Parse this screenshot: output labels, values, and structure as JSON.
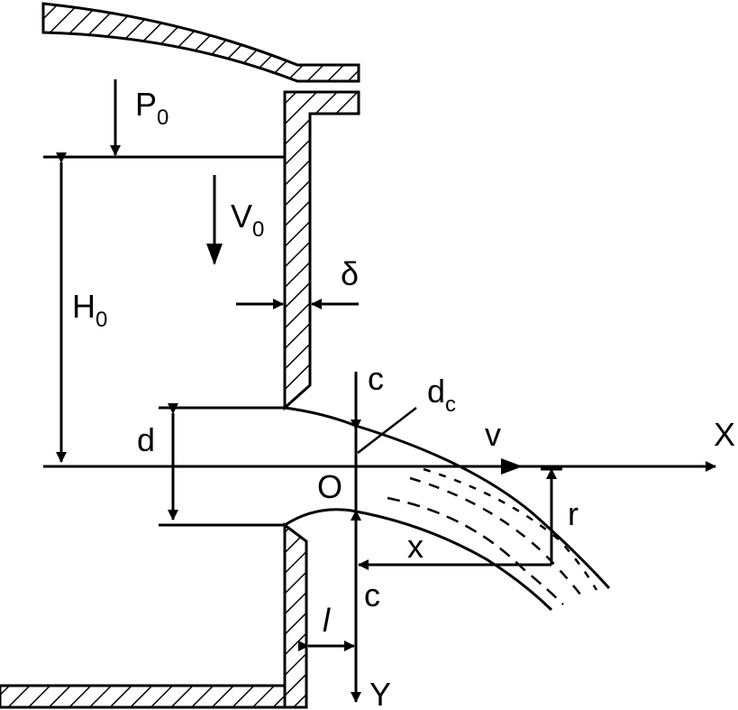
{
  "labels": {
    "p0": "P",
    "p0_sub": "0",
    "v0": "V",
    "v0_sub": "0",
    "h0": "H",
    "h0_sub": "0",
    "delta": "δ",
    "c_top": "c",
    "dc": "d",
    "dc_sub": "c",
    "v": "v",
    "x_axis": "X",
    "d": "d",
    "origin": "O",
    "r": "r",
    "x": "x",
    "c_bottom": "c",
    "l": "l",
    "y_axis": "Y"
  },
  "colors": {
    "ink": "#000000",
    "background": "#ffffff"
  }
}
